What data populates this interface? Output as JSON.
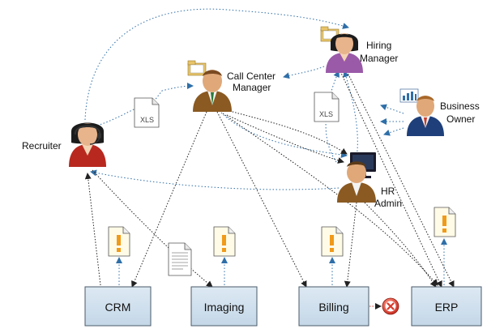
{
  "actors": {
    "recruiter": "Recruiter",
    "call_center_manager": [
      "Call Center",
      "Manager"
    ],
    "hiring_manager": [
      "Hiring",
      "Manager"
    ],
    "business_owner": [
      "Business",
      "Owner"
    ],
    "hr_admin": [
      "HR",
      "Admin"
    ]
  },
  "systems": {
    "crm": "CRM",
    "imaging": "Imaging",
    "billing": "Billing",
    "erp": "ERP"
  },
  "documents": {
    "xls_left": "XLS",
    "xls_right": "XLS"
  },
  "colors": {
    "system_box_fill": "#cfe0ee",
    "system_box_stroke": "#4a5a68",
    "blue_link": "#2f6fa8",
    "black_link": "#222222",
    "alert_orange": "#f09a1a",
    "error_red": "#d83a2a",
    "recruiter_shirt": "#b8281e",
    "manager_suit": "#8a5a22",
    "hiring_shirt": "#9a5aa8",
    "owner_suit": "#1e3f7a"
  },
  "icons": [
    "person-recruiter-icon",
    "person-call-center-manager-icon",
    "person-hiring-manager-icon",
    "person-business-owner-icon",
    "person-hr-admin-icon",
    "folder-icon",
    "bar-chart-icon",
    "computer-monitor-icon",
    "xls-document-icon",
    "text-document-icon",
    "alert-document-icon",
    "error-x-icon"
  ]
}
